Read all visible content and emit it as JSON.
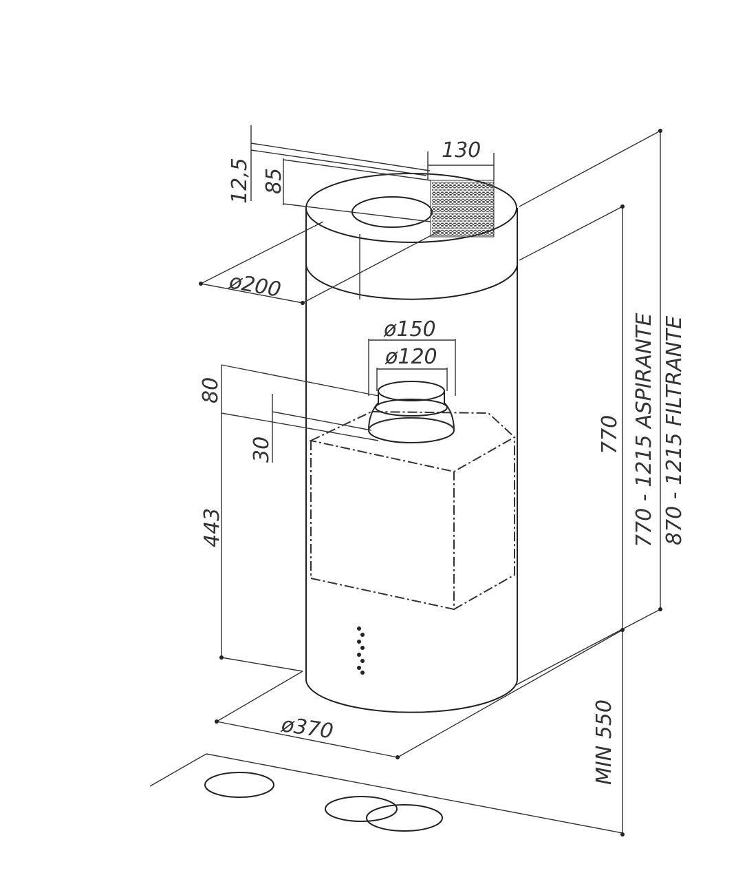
{
  "diagram": {
    "labels": {
      "grille_width": "130",
      "top_offset": "12,5",
      "grille_height": "85",
      "top_diameter": "ø200",
      "outlet_outer_diameter": "ø150",
      "outlet_inner_diameter": "ø120",
      "outlet_height": "80",
      "outlet_recess": "30",
      "motor_height": "443",
      "hood_height": "770",
      "aspirante_range": "770 - 1215 ASPIRANTE",
      "filtrante_range": "870 - 1215 FILTRANTE",
      "body_diameter": "ø370",
      "min_clearance": "MIN 550"
    }
  }
}
